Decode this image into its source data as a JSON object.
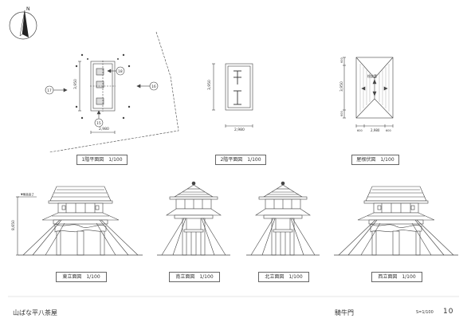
{
  "north_arrow": {
    "label": "N"
  },
  "plans": {
    "floor1": {
      "title": "1階平面図　1/100",
      "dim_vertical": "3,950",
      "dim_horizontal": "2,980",
      "markers": {
        "left": "17",
        "right": "16",
        "bottom": "15",
        "inner": "18"
      }
    },
    "floor2": {
      "title": "2階平面図　1/100",
      "dim_vertical": "3,950",
      "dim_horizontal": "2,980"
    },
    "roof": {
      "title": "屋根伏図　1/100",
      "ridge_label": "桧皮葺",
      "dim_left_top": "600",
      "dim_left_mid": "3,950",
      "dim_left_bottom": "600",
      "dim_bottom_left": "600",
      "dim_bottom_mid": "2,980",
      "dim_bottom_right": "600"
    }
  },
  "elevations": {
    "level_mark": "▼最高高さ",
    "height_dim": "8,650",
    "items": [
      {
        "title": "東立面図　1/100"
      },
      {
        "title": "南立面図　1/100"
      },
      {
        "title": "北立面図　1/100"
      },
      {
        "title": "西立面図　1/100"
      }
    ]
  },
  "footer": {
    "project_name": "山ばな平八茶屋",
    "building_name": "騎牛門",
    "scale": "S=1/100",
    "sheet_number": "10"
  }
}
